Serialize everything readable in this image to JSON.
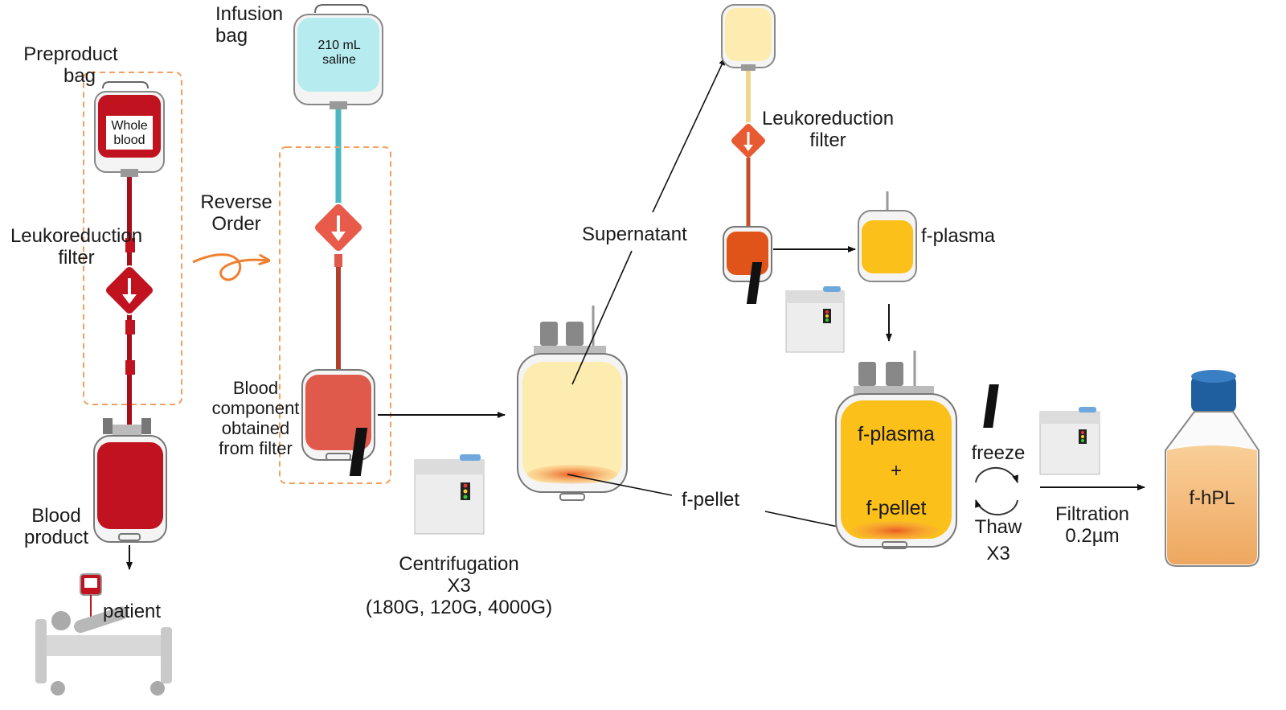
{
  "labels": {
    "preproduct_bag": [
      "Preproduct",
      "bag"
    ],
    "whole_blood": [
      "Whole",
      "blood"
    ],
    "leuko_filter_left": [
      "Leukoreduction",
      "filter"
    ],
    "blood_product": [
      "Blood",
      "product"
    ],
    "patient": "patient",
    "infusion_bag": [
      "Infusion",
      "bag"
    ],
    "saline": [
      "210 mL",
      "saline"
    ],
    "reverse_order": [
      "Reverse",
      "Order"
    ],
    "blood_component": [
      "Blood",
      "component",
      "obtained",
      "from filter"
    ],
    "centrifugation": [
      "Centrifugation",
      "X3",
      "(180G, 120G, 4000G)"
    ],
    "supernatant": "Supernatant",
    "f_pellet": "f-pellet",
    "leuko_filter_right": [
      "Leukoreduction",
      "filter"
    ],
    "f_plasma": "f-plasma",
    "big_bag_top": "f-plasma",
    "big_bag_plus": "+",
    "big_bag_bottom": "f-pellet",
    "freeze": "freeze",
    "thaw": [
      "Thaw",
      "X3"
    ],
    "filtration": [
      "Filtration",
      "0.2µm"
    ],
    "f_hpl": "f-hPL"
  },
  "icons": [
    "blood-bag-icon",
    "leukoreduction-filter-icon",
    "centrifuge-icon",
    "patient-bed-icon",
    "freeze-thaw-cycle-icon",
    "bottle-icon"
  ],
  "colors": {
    "whole_blood": "#c1121f",
    "saline": "#b6ecf0",
    "blood_component": "#e05a4c",
    "supernatant": "#fdecb0",
    "pellet": "#f07030",
    "f_plasma": "#fbc01a",
    "filter_orange": "#e85a32",
    "dashed_box": "#f0a060",
    "hpl": "#f5b774",
    "cap": "#1f5fa0"
  }
}
